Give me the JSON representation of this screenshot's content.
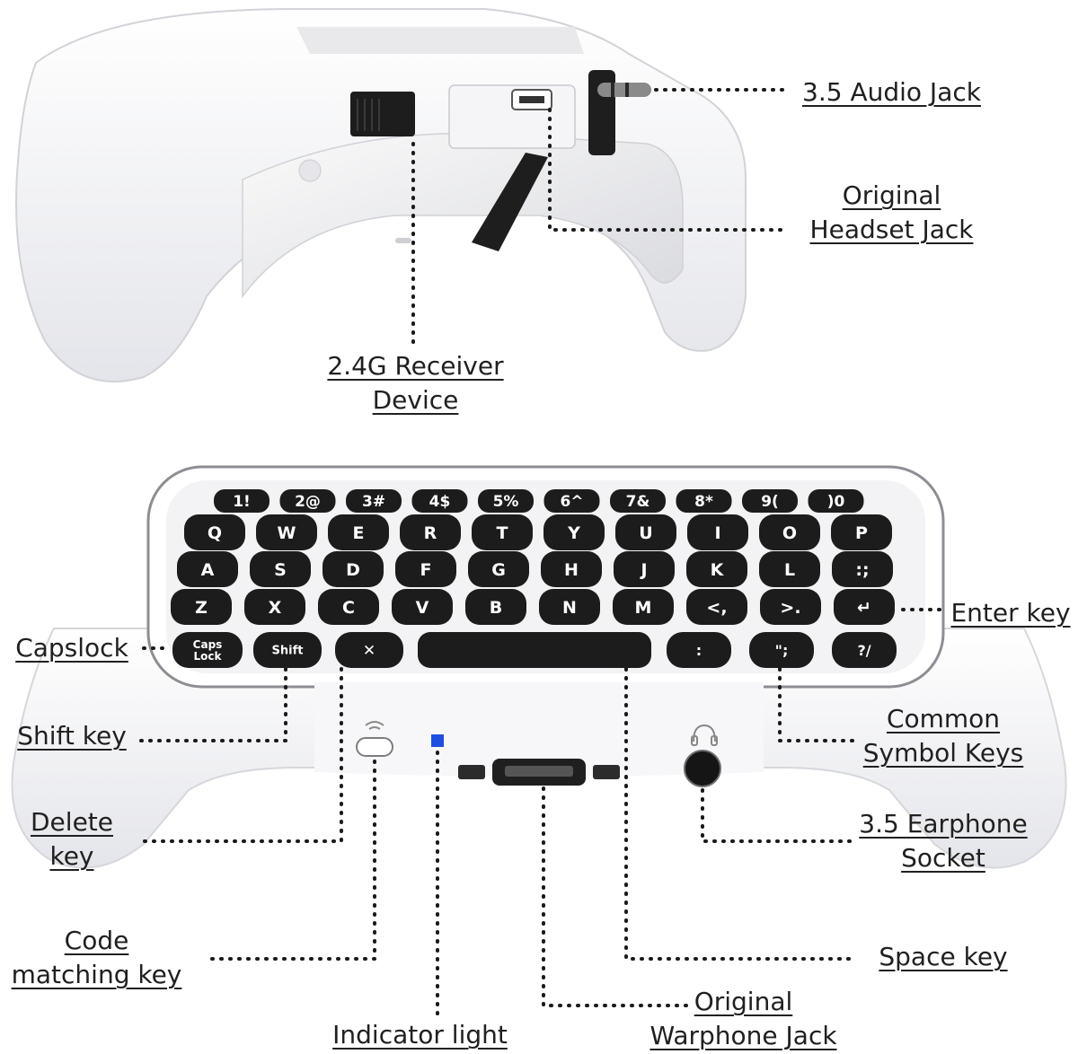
{
  "labels": {
    "audio_jack": "3.5 Audio Jack",
    "headset_jack": [
      "Original",
      "Headset Jack"
    ],
    "receiver": [
      "2.4G Receiver",
      "Device"
    ],
    "enter_key": "Enter key",
    "capslock": "Capslock",
    "shift_key": "Shift key",
    "common_symbol": [
      "Common",
      "Symbol Keys"
    ],
    "delete_key": [
      "Delete",
      "key"
    ],
    "earphone_socket": [
      "3.5 Earphone",
      "Socket"
    ],
    "code_matching": [
      "Code",
      "matching key"
    ],
    "space_key": "Space key",
    "indicator_light": "Indicator light",
    "warphone_jack": [
      "Original",
      "Warphone Jack"
    ]
  },
  "keyboard": {
    "number_row": [
      "1!",
      "2@",
      "3#",
      "4$",
      "5%",
      "6^",
      "7&",
      "8*",
      "9(",
      ")0"
    ],
    "row_q": [
      "Q",
      "W",
      "E",
      "R",
      "T",
      "Y",
      "U",
      "I",
      "O",
      "P"
    ],
    "row_a": [
      "A",
      "S",
      "D",
      "F",
      "G",
      "H",
      "J",
      "K",
      "L",
      ":;"
    ],
    "row_z": [
      "Z",
      "X",
      "C",
      "V",
      "B",
      "N",
      "M",
      "<,",
      ">.",
      "↵"
    ],
    "caps_key": [
      "Caps",
      "Lock"
    ],
    "shift_key": "Shift",
    "delete_key": "✕",
    "symbol_keys": [
      ":",
      "\";",
      "?/"
    ]
  },
  "colors": {
    "key": "#1c1c1c",
    "body": "#f3f3f5",
    "indicator": "#1f4fe0"
  }
}
